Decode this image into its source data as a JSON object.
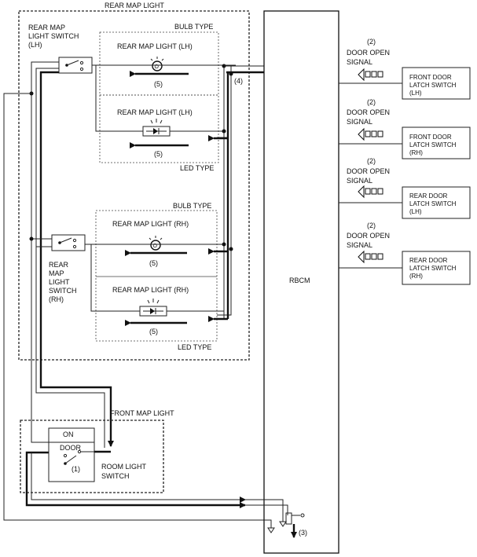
{
  "labels": {
    "rear_map_light": "REAR MAP LIGHT",
    "bulb_type": "BULB TYPE",
    "led_type": "LED TYPE",
    "lh_switch": [
      "REAR MAP",
      "LIGHT SWITCH",
      "(LH)"
    ],
    "rh_switch": [
      "REAR",
      "MAP",
      "LIGHT",
      "SWITCH",
      "(RH)"
    ],
    "map_light_lh": "REAR MAP LIGHT (LH)",
    "map_light_rh": "REAR MAP LIGHT (RH)",
    "callout_5": "(5)",
    "callout_4": "(4)",
    "callout_3": "(3)",
    "callout_1": "(1)",
    "callout_2": "(2)",
    "rbcm": "RBCM",
    "front_map_light": "FRONT MAP LIGHT",
    "on": "ON",
    "door": "DOOR",
    "room_light_switch": [
      "ROOM LIGHT",
      "SWITCH"
    ],
    "door_open_signal": [
      "DOOR OPEN",
      "SIGNAL"
    ],
    "latch_switches": [
      [
        "FRONT DOOR",
        "LATCH SWITCH",
        "(LH)"
      ],
      [
        "FRONT DOOR",
        "LATCH SWITCH",
        "(RH)"
      ],
      [
        "REAR DOOR",
        "LATCH SWITCH",
        "(LH)"
      ],
      [
        "REAR DOOR",
        "LATCH SWITCH",
        "(RH)"
      ]
    ]
  }
}
